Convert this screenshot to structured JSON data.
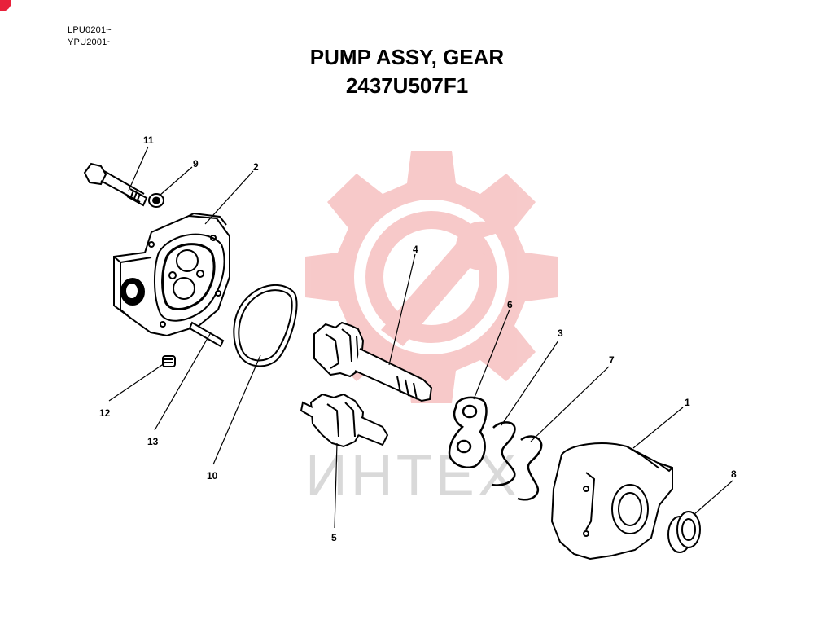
{
  "header": {
    "serials": [
      "LPU0201~",
      "YPU2001~"
    ],
    "title": "PUMP ASSY, GEAR",
    "part_number": "2437U507F1"
  },
  "watermark": {
    "text": "ИНТЕХ",
    "color": "#f7c7c7",
    "icon": "gear-wrench-logo-icon"
  },
  "colors": {
    "accent": "#e8213b",
    "line": "#000000"
  },
  "callouts": [
    {
      "id": "callout-11",
      "label": "11"
    },
    {
      "id": "callout-9",
      "label": "9"
    },
    {
      "id": "callout-2",
      "label": "2"
    },
    {
      "id": "callout-4",
      "label": "4"
    },
    {
      "id": "callout-6",
      "label": "6"
    },
    {
      "id": "callout-3",
      "label": "3"
    },
    {
      "id": "callout-7",
      "label": "7"
    },
    {
      "id": "callout-1",
      "label": "1"
    },
    {
      "id": "callout-8",
      "label": "8"
    },
    {
      "id": "callout-12",
      "label": "12"
    },
    {
      "id": "callout-13",
      "label": "13"
    },
    {
      "id": "callout-10",
      "label": "10"
    },
    {
      "id": "callout-5",
      "label": "5"
    }
  ]
}
